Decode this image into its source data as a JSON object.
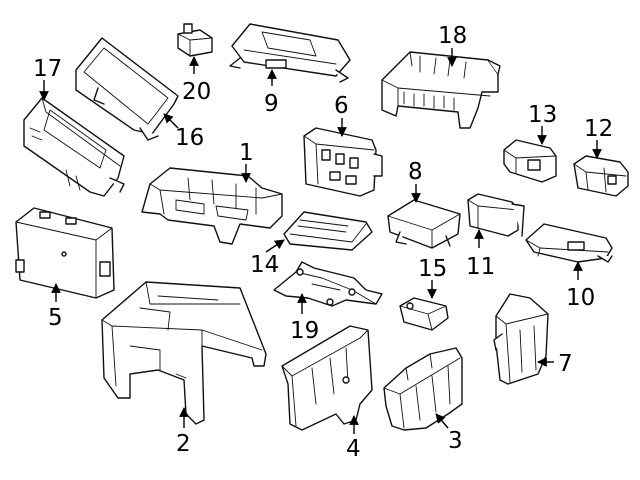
{
  "callouts": {
    "c1": "1",
    "c2": "2",
    "c3": "3",
    "c4": "4",
    "c5": "5",
    "c6": "6",
    "c7": "7",
    "c8": "8",
    "c9": "9",
    "c10": "10",
    "c11": "11",
    "c12": "12",
    "c13": "13",
    "c14": "14",
    "c15": "15",
    "c16": "16",
    "c17": "17",
    "c18": "18",
    "c19": "19",
    "c20": "20"
  }
}
